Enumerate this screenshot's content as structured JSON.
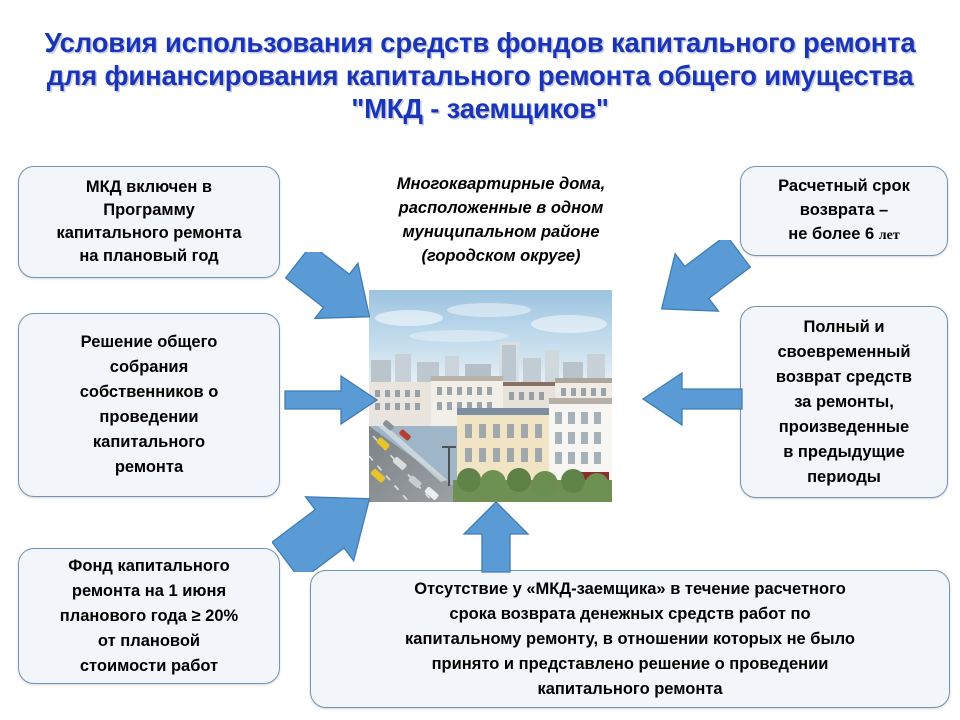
{
  "slide": {
    "title": "Условия использования средств фондов капитального ремонта для финансирования капитального ремонта общего имущества \"МКД - заемщиков\"",
    "title_color": "#1A34B8"
  },
  "center": {
    "caption": "Многоквартирные дома,\nрасположенные в одном\nмуниципальном районе\n(городском округе)",
    "photo_alt": "Аэрофотоснимок городской улицы с многоквартирными домами"
  },
  "boxes": {
    "program": {
      "text": "МКД включен в\nПрограмму\nкапитального ремонта\nна плановый год"
    },
    "decision": {
      "text": "Решение общего\nсобрания\nсобственников о\nпроведении\nкапитального\nремонта"
    },
    "fund": {
      "text": "Фонд капитального\nремонта на 1 июня\nпланового года ≥ 20%\nот плановой\nстоимости работ"
    },
    "term": {
      "text_main": "Расчетный срок\nвозврата –\nне более 6 ",
      "text_tail": "лет"
    },
    "return": {
      "text": "Полный и\nсвоевременный\nвозврат средств\nза ремонты,\nпроизведенные\nв предыдущие\nпериоды"
    },
    "absence": {
      "text": "Отсутствие  у «МКД-заемщика» в течение расчетного\nсрока возврата денежных средств работ по\nкапитальному ремонту,  в отношении которых не было\nпринято и представлено решение о проведении\nкапитального ремонта"
    }
  },
  "arrows": {
    "color": "#5B9BD5",
    "stroke": "#3E7DB5",
    "items": [
      {
        "name": "arrow-down-right-icon",
        "direction": "down-right",
        "from": "program",
        "to": "center"
      },
      {
        "name": "arrow-right-icon",
        "direction": "right",
        "from": "decision",
        "to": "center"
      },
      {
        "name": "arrow-up-right-icon",
        "direction": "up-right",
        "from": "fund",
        "to": "center"
      },
      {
        "name": "arrow-down-left-icon",
        "direction": "down-left",
        "from": "term",
        "to": "center"
      },
      {
        "name": "arrow-left-icon",
        "direction": "left",
        "from": "return",
        "to": "center"
      },
      {
        "name": "arrow-up-icon",
        "direction": "up",
        "from": "absence",
        "to": "center"
      }
    ]
  },
  "style": {
    "box_fill": "#F2F5F9",
    "box_border": "#7793AE"
  }
}
